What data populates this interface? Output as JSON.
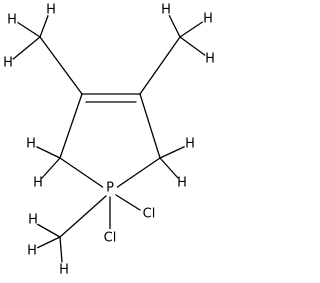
{
  "atoms": {
    "h1": "H",
    "h2": "H",
    "h3": "H",
    "h4": "H",
    "h5": "H",
    "h6": "H",
    "h7": "H",
    "h8": "H",
    "h9": "H",
    "h10": "H",
    "h11": "H",
    "h12": "H",
    "h13": "H",
    "p": "P",
    "cl1": "Cl",
    "cl2": "Cl"
  }
}
